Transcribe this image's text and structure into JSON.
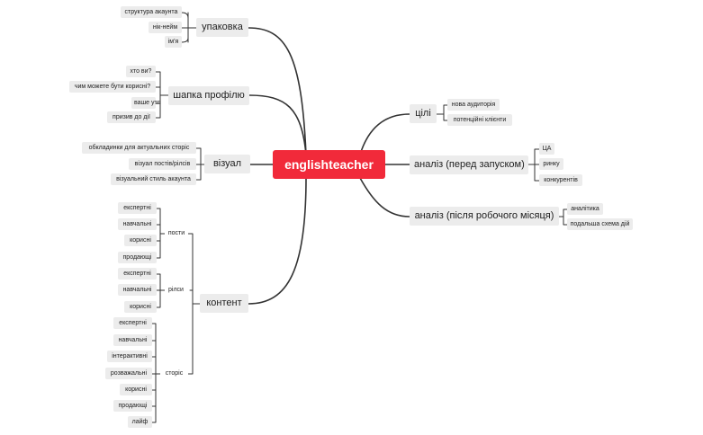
{
  "root": "englishteacher",
  "packaging": {
    "title": "упаковка",
    "items": [
      "структура акаунта",
      "нік-нейм",
      "ім'я"
    ]
  },
  "profile_header": {
    "title": "шапка профілю",
    "items": [
      "хто ви?",
      "чим можете бути корисні?",
      "ваше утп",
      "призив до дії"
    ]
  },
  "visual": {
    "title": "візуал",
    "items": [
      "обкладинки для актуальних сторіс",
      "візуал постів/рілсів",
      "візуальний стиль акаунта"
    ]
  },
  "content": {
    "title": "контент",
    "posts": {
      "title": "пости",
      "items": [
        "експертні",
        "навчальні",
        "корисні",
        "продающі"
      ]
    },
    "reels": {
      "title": "рілси",
      "items": [
        "експертні",
        "навчальні",
        "корисні"
      ]
    },
    "stories": {
      "title": "сторіс",
      "items": [
        "експертні",
        "навчальні",
        "інтерактивні",
        "розважальні",
        "корисні",
        "продающі",
        "лайф"
      ]
    }
  },
  "goals": {
    "title": "цілі",
    "items": [
      "нова аудиторія",
      "потенційні клієнти"
    ]
  },
  "analysis_pre": {
    "title": "аналіз (перед запуском)",
    "items": [
      "ЦА",
      "ринку",
      "конкурентів"
    ]
  },
  "analysis_post": {
    "title": "аналіз (після робочого місяця)",
    "items": [
      "аналітика",
      "подальша схема дій"
    ]
  }
}
